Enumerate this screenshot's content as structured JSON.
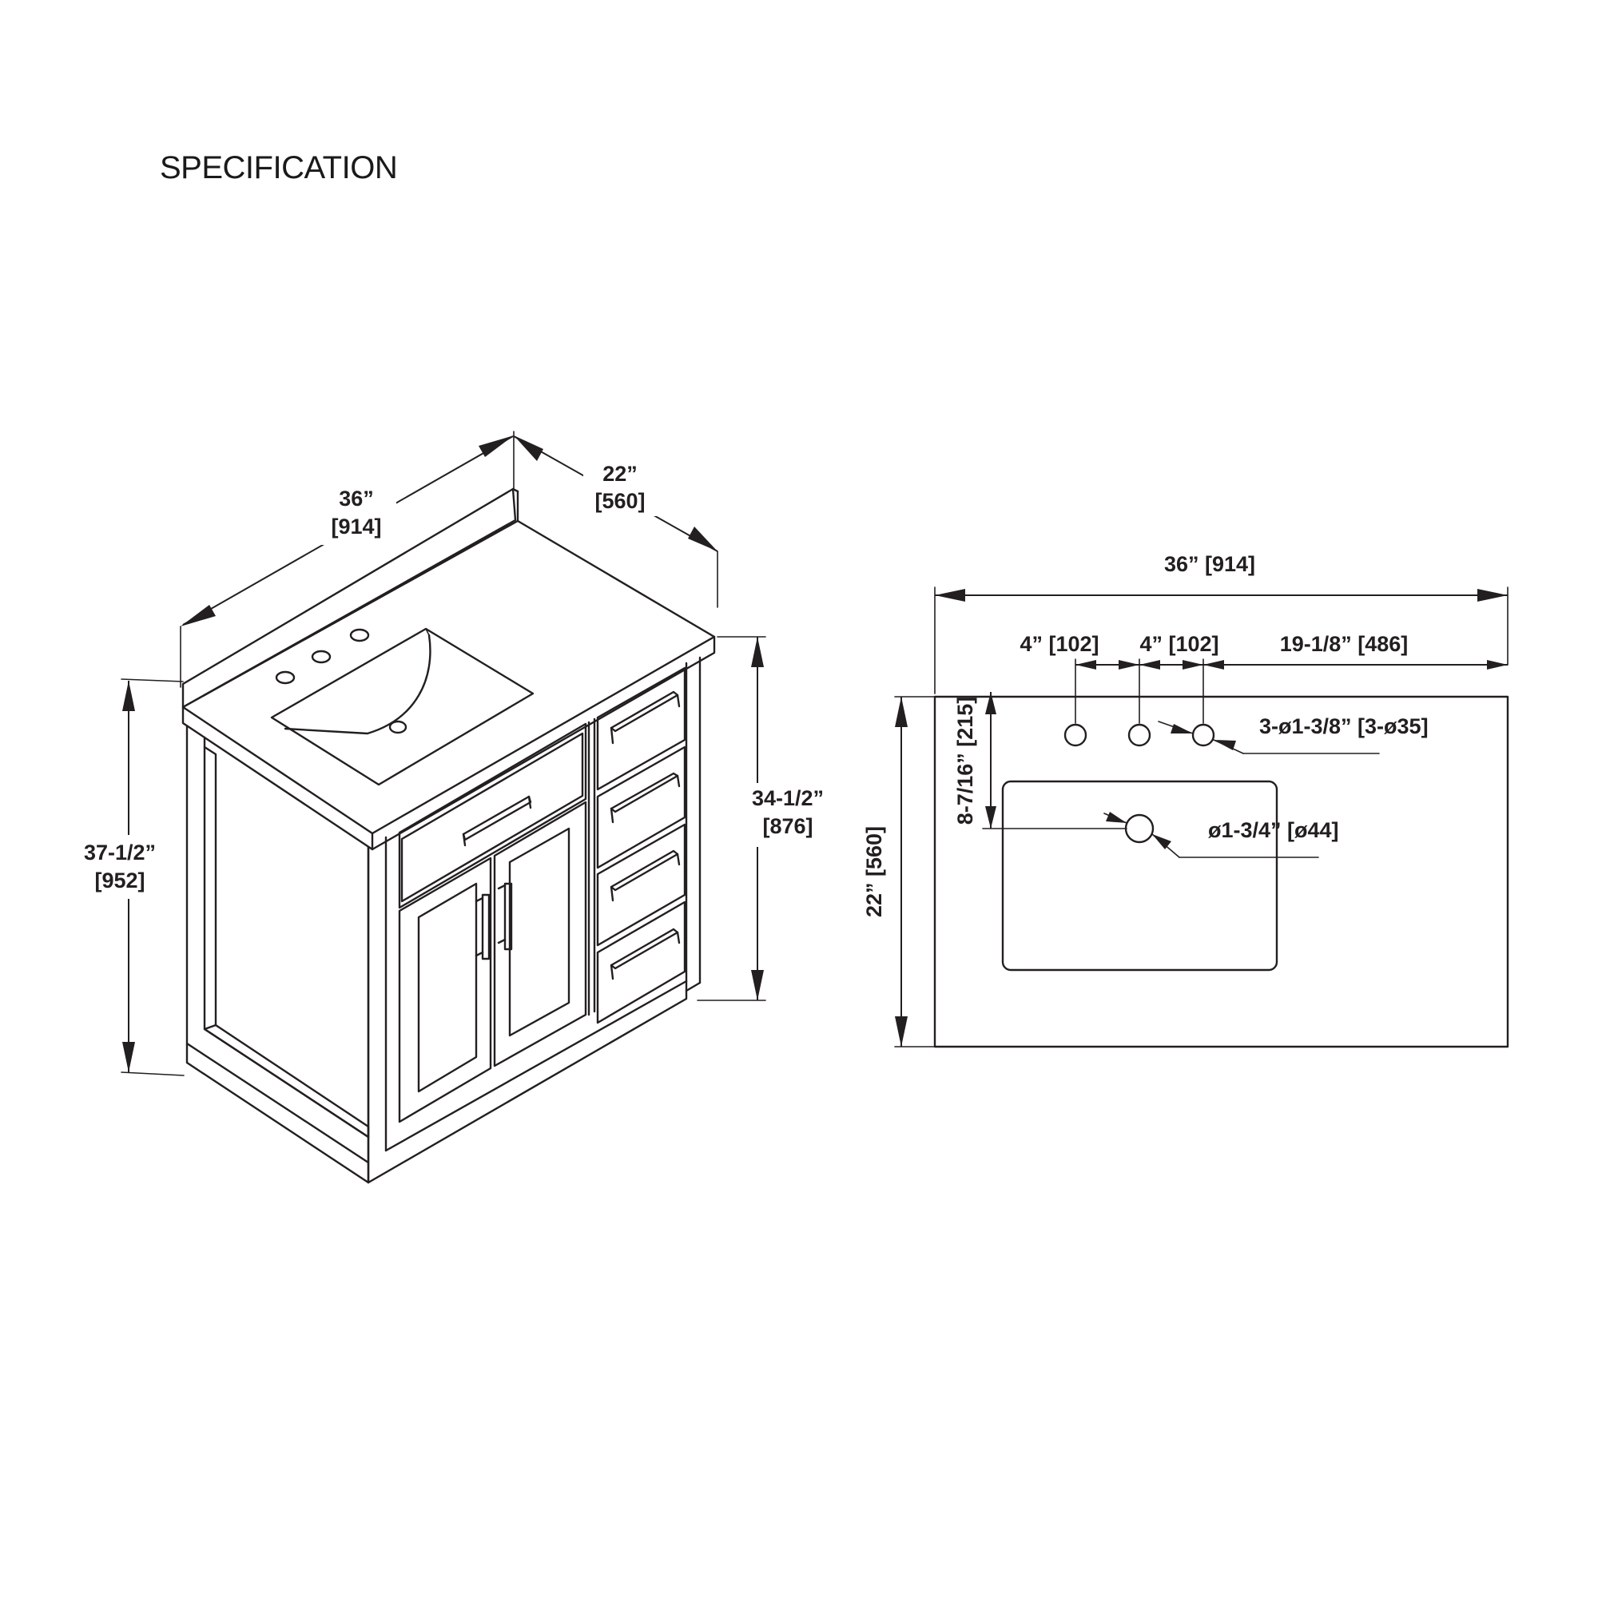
{
  "header": {
    "title": "SPECIFICATION"
  },
  "iso_view": {
    "width": {
      "imperial": "36”",
      "metric": "[914]"
    },
    "depth": {
      "imperial": "22”",
      "metric": "[560]"
    },
    "overall_height": {
      "imperial": "37-1/2”",
      "metric": "[952]"
    },
    "counter_height": {
      "imperial": "34-1/2”",
      "metric": "[876]"
    }
  },
  "top_view": {
    "overall_width": "36” [914]",
    "hole_spacing_1": "4” [102]",
    "hole_spacing_2": "4” [102]",
    "right_offset": "19-1/8” [486]",
    "faucet_holes": "3-ø1-3/8” [3-ø35]",
    "drain_hole": "ø1-3/4” [ø44]",
    "hole_to_drain": "8-7/16” [215]",
    "depth": "22” [560]"
  }
}
